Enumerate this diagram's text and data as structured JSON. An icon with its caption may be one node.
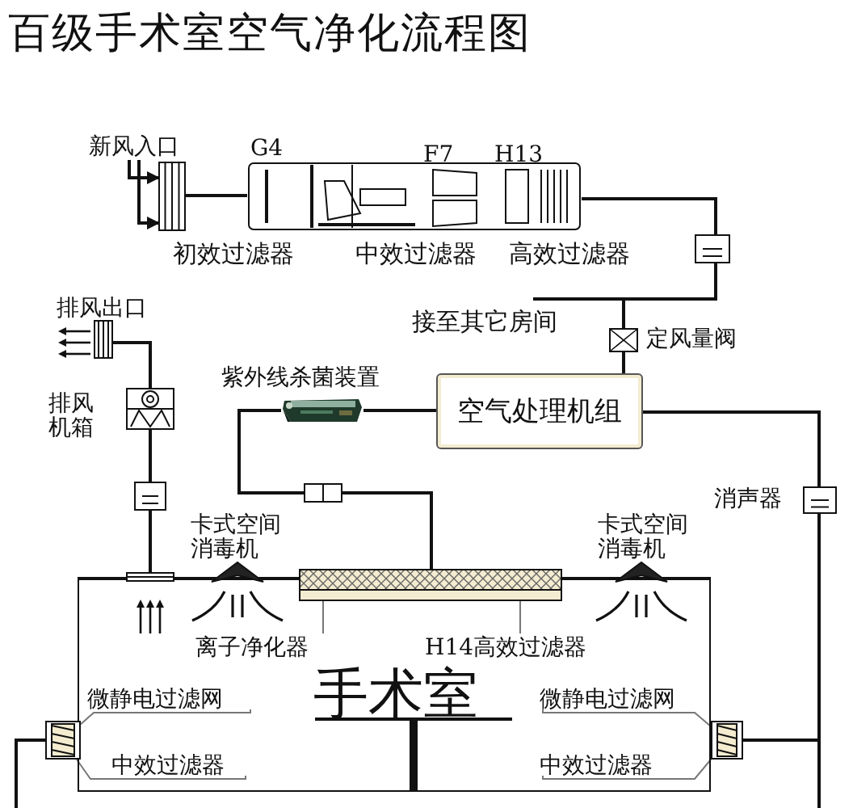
{
  "diagram": {
    "title": "百级手术室空气净化流程图",
    "nodes": [
      {
        "text": [
          "新风入口"
        ]
      },
      {
        "text": [],
        "shape": "box"
      },
      {
        "text": [],
        "shape": "picture"
      },
      {
        "text": [],
        "shape": "box"
      },
      {
        "text": [],
        "shape": "box",
        "beside": [
          "定风量阀"
        ]
      },
      {
        "text": [
          "空气处理机组"
        ]
      },
      {
        "text": [],
        "shape": "picture",
        "beside": [
          "紫外线杀菌装置"
        ]
      },
      {
        "text": [],
        "shape": "box"
      },
      {
        "text": [
          "手术室"
        ]
      },
      {
        "text": [],
        "shape": "bar"
      },
      {
        "text": [
          "离子净化器"
        ],
        "in": 8
      },
      {
        "text": [
          "H14高效过滤器"
        ],
        "in": 8
      },
      {
        "text": [],
        "shape": "triangle",
        "beside": [
          "卡式空间消毒机"
        ]
      },
      {
        "text": [],
        "shape": "triangle",
        "beside": [
          "卡式空间消毒机"
        ]
      },
      {
        "text": [],
        "shape": "box",
        "beside": [
          "排风出口"
        ]
      },
      {
        "text": [],
        "shape": "box",
        "beside": [
          "排风机箱"
        ]
      },
      {
        "text": [],
        "shape": "box"
      },
      {
        "text": [],
        "shape": "box"
      },
      {
        "text": [],
        "shape": "box"
      },
      {
        "text": [],
        "shape": "box"
      },
      {
        "text": [
          "微静电过滤网"
        ],
        "in": 8
      },
      {
        "text": [
          "中效过滤器"
        ],
        "in": 8
      },
      {
        "text": [
          "微静电过滤网"
        ],
        "in": 8
      },
      {
        "text": [
          "中效过滤器"
        ],
        "in": 8
      },
      {
        "text": [],
        "shape": "box",
        "beside": [
          "消声器"
        ]
      }
    ],
    "edges": [
      {
        "from": 0,
        "to": 1,
        "arrow": "to"
      },
      {
        "from": 0,
        "to": 1,
        "arrow": "to"
      },
      {
        "from": 1,
        "to": 2,
        "arrow": "none"
      },
      {
        "from": 2,
        "to": 3,
        "arrow": "none"
      },
      {
        "from": 3,
        "to": 4,
        "arrow": "none"
      },
      {
        "from": 4,
        "to": 5,
        "arrow": "none"
      },
      {
        "from": 5,
        "to": 6,
        "arrow": "none"
      },
      {
        "from": 6,
        "to": 7,
        "arrow": "none"
      },
      {
        "from": 7,
        "to": 9,
        "arrow": "none"
      },
      {
        "from": 5,
        "to": 24,
        "arrow": "none"
      },
      {
        "from": 24,
        "to": 19,
        "arrow": "none"
      },
      {
        "from": 18,
        "to": null,
        "arrow": "none"
      },
      {
        "from": 17,
        "to": 16,
        "arrow": "none"
      },
      {
        "from": 16,
        "to": 15,
        "arrow": "none"
      },
      {
        "from": 15,
        "to": 14,
        "arrow": "none"
      },
      {
        "from": 11,
        "to": 9,
        "arrow": "none",
        "color": "#777777"
      },
      {
        "from": 10,
        "to": 9,
        "arrow": "none",
        "color": "#777777"
      },
      {
        "from": 20,
        "to": 18,
        "arrow": "none",
        "color": "#777777"
      },
      {
        "from": 21,
        "to": 18,
        "arrow": "none",
        "color": "#777777"
      },
      {
        "from": 22,
        "to": 19,
        "arrow": "none",
        "color": "#777777"
      },
      {
        "from": 23,
        "to": 19,
        "arrow": "none",
        "color": "#777777"
      }
    ],
    "labels": [
      "G4",
      "F7",
      "H13",
      "初效过滤器",
      "中效过滤器",
      "高效过滤器",
      "接至其它房间"
    ]
  }
}
